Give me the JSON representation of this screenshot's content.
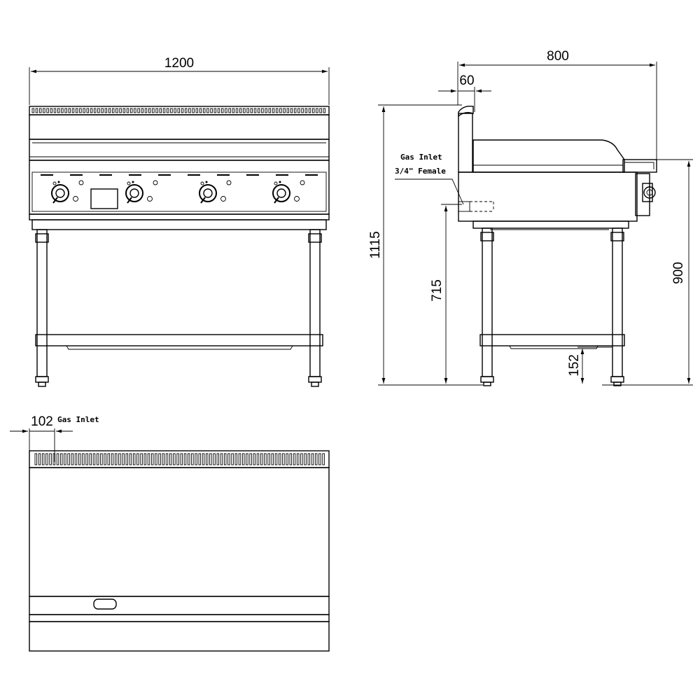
{
  "dimensions": {
    "width_total": "1200",
    "depth_total": "800",
    "splashback": "60",
    "height_total": "1115",
    "gas_inlet_height": "715",
    "work_height": "900",
    "shelf_height": "152",
    "gas_inlet_offset": "102"
  },
  "notes": {
    "gas_inlet_line1": "Gas Inlet",
    "gas_inlet_line2": "3/4\" Female",
    "plan_gas_inlet": "Gas Inlet"
  },
  "colors": {
    "line": "#000000",
    "background": "#ffffff"
  }
}
